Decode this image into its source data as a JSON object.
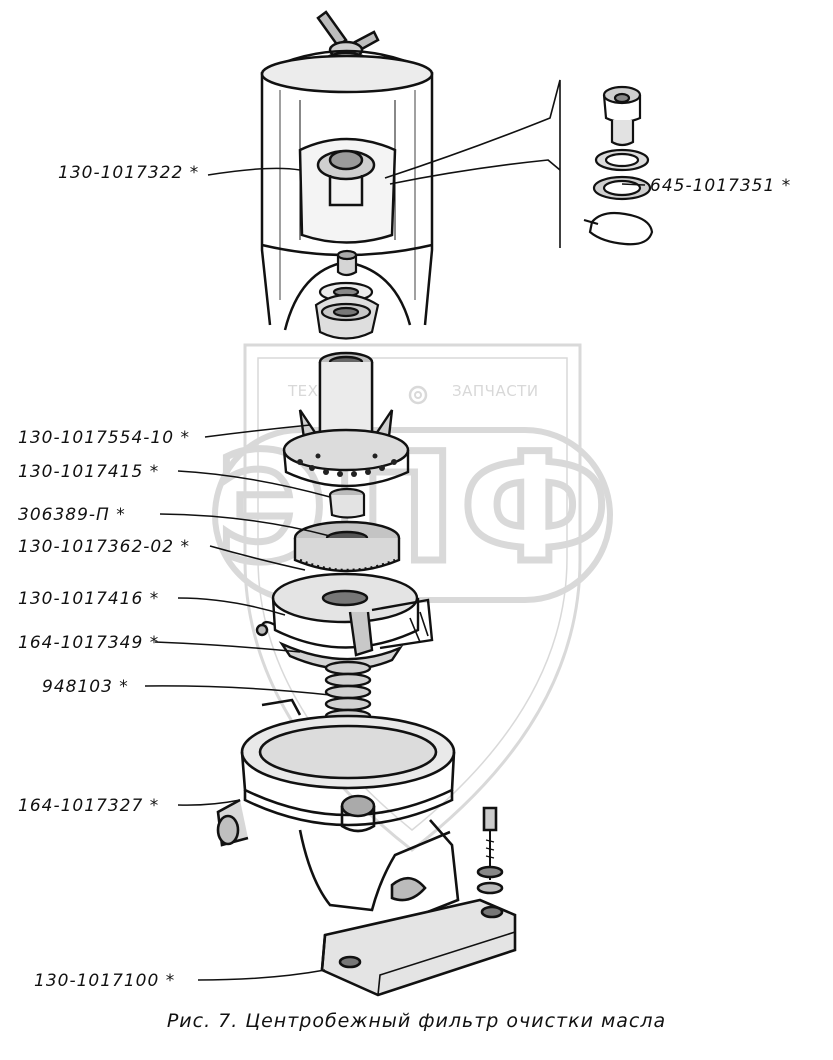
{
  "caption": "Рис. 7. Центробежный фильтр очистки масла",
  "watermark": {
    "word_left": "ТЕХНИКА",
    "word_right": "ЗАПЧАСТИ",
    "logo_letters": "ЭПФ",
    "color": "#d9d9d9"
  },
  "callouts": [
    {
      "part_number": "130-1017322",
      "mark": "*"
    },
    {
      "part_number": "645-1017351",
      "mark": "*"
    },
    {
      "part_number": "130-1017554-10",
      "mark": "*"
    },
    {
      "part_number": "130-1017415",
      "mark": "*"
    },
    {
      "part_number": "306389-П",
      "mark": "*"
    },
    {
      "part_number": "130-1017362-02",
      "mark": "*"
    },
    {
      "part_number": "130-1017416",
      "mark": "*"
    },
    {
      "part_number": "164-1017349",
      "mark": "*"
    },
    {
      "part_number": "948103",
      "mark": "*"
    },
    {
      "part_number": "164-1017327",
      "mark": "*"
    },
    {
      "part_number": "130-1017100",
      "mark": "*"
    }
  ]
}
